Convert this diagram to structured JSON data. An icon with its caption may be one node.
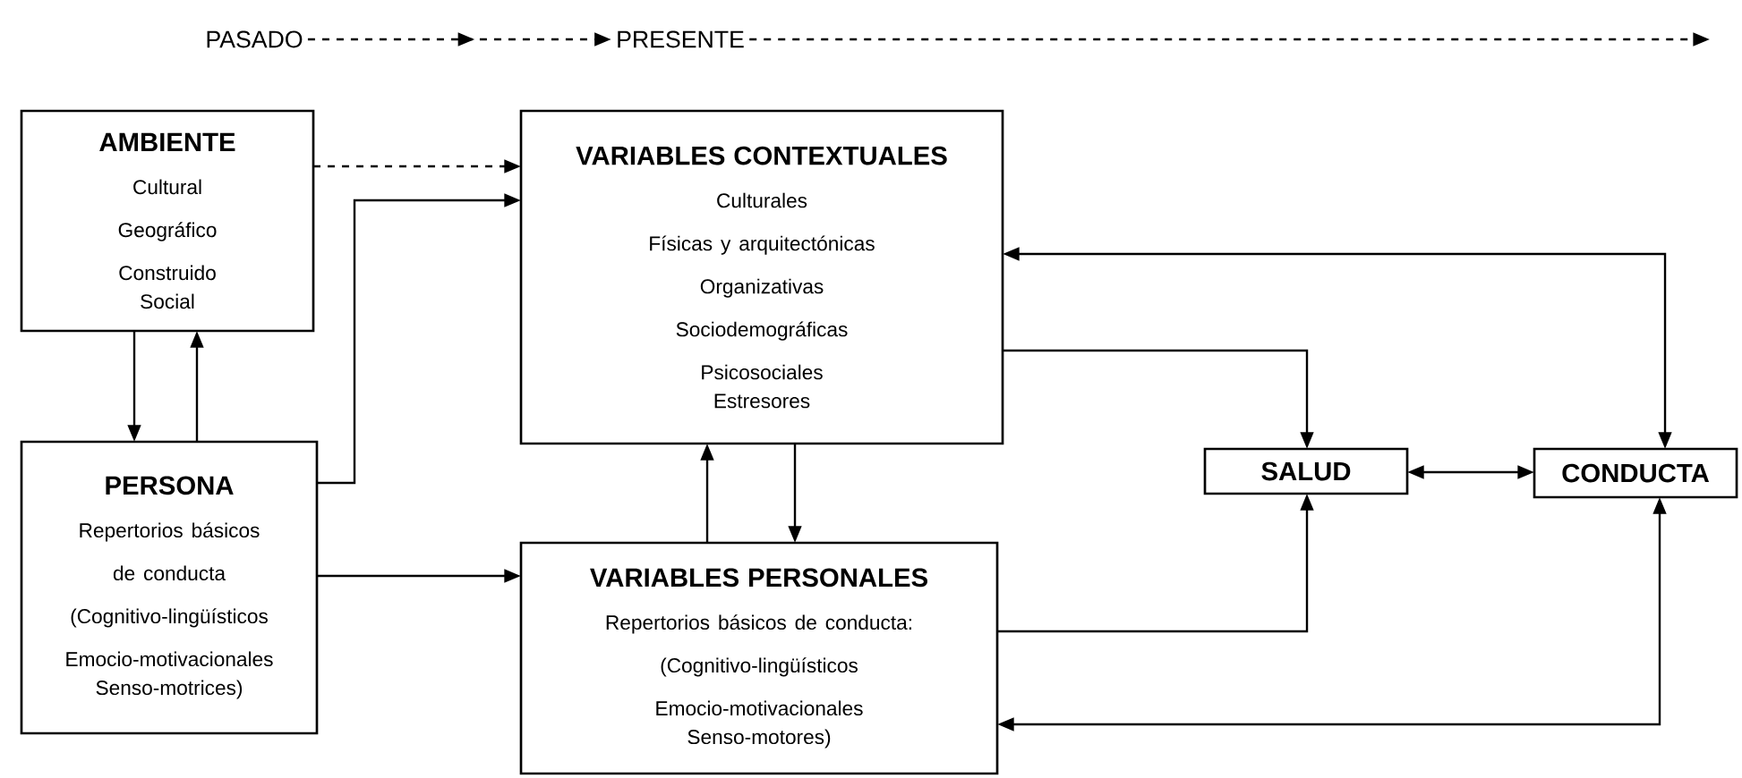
{
  "diagram": {
    "nodes": [
      {
        "text": [
          "PASADO"
        ]
      },
      {
        "text": [
          "PRESENTE"
        ]
      },
      {
        "text": [
          "AMBIENTE",
          "Cultural",
          "Geográfico",
          "Construido",
          "Social"
        ]
      },
      {
        "text": [
          "VARIABLES CONTEXTUALES",
          "Culturales",
          "Físicas y arquitectónicas",
          "Organizativas",
          "Sociodemográficas",
          "Psicosociales",
          "Estresores"
        ]
      },
      {
        "text": [
          "PERSONA",
          "Repertorios básicos de conducta",
          "(Cognitivo-lingüísticos",
          "Emocio-motivacionales",
          "Senso-motrices)"
        ]
      },
      {
        "text": [
          "SALUD"
        ]
      },
      {
        "text": [
          "CONDUCTA"
        ]
      },
      {
        "text": [
          "VARIABLES PERSONALES",
          "Repertorios básicos de conducta:",
          "(Cognitivo-lingüísticos",
          "Emocio-motivacionales",
          "Senso-motores)"
        ]
      }
    ],
    "edges": [
      {
        "from": 0,
        "to": 1,
        "arrow": "to",
        "style": "dashed"
      },
      {
        "from": 1,
        "to": null,
        "arrow": "to",
        "style": "dashed"
      },
      {
        "from": 2,
        "to": 3,
        "arrow": "to",
        "style": "dashed"
      },
      {
        "from": 2,
        "to": 4,
        "arrow": "to"
      },
      {
        "from": 4,
        "to": 2,
        "arrow": "to"
      },
      {
        "from": 4,
        "to": 3,
        "arrow": "to"
      },
      {
        "from": 4,
        "to": 7,
        "arrow": "to"
      },
      {
        "from": 7,
        "to": 3,
        "arrow": "to"
      },
      {
        "from": 3,
        "to": 7,
        "arrow": "to"
      },
      {
        "from": 3,
        "to": 5,
        "arrow": "to"
      },
      {
        "from": 7,
        "to": 5,
        "arrow": "to"
      },
      {
        "from": 5,
        "to": 6,
        "arrow": "both"
      },
      {
        "from": 3,
        "to": 6,
        "arrow": "both"
      },
      {
        "from": 7,
        "to": 6,
        "arrow": "both"
      }
    ]
  }
}
